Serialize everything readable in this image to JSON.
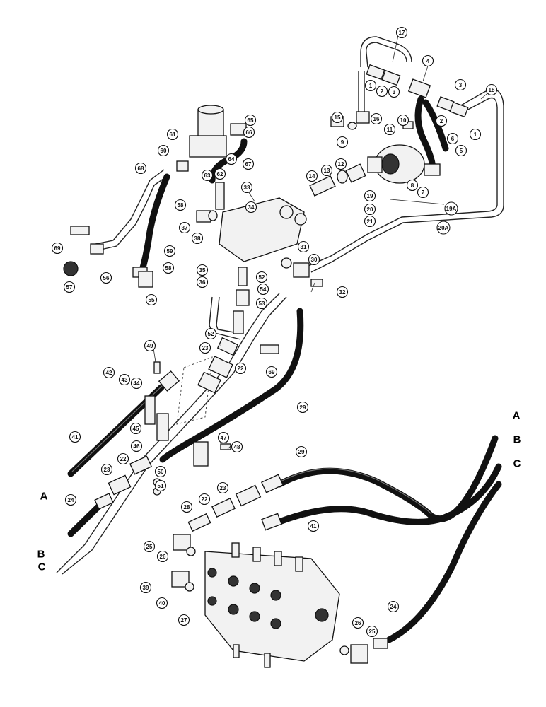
{
  "callouts": [
    {
      "label": "17"
    },
    {
      "label": "1"
    },
    {
      "label": "2"
    },
    {
      "label": "3"
    },
    {
      "label": "4"
    },
    {
      "label": "3"
    },
    {
      "label": "2"
    },
    {
      "label": "1"
    },
    {
      "label": "18"
    },
    {
      "label": "15"
    },
    {
      "label": "16"
    },
    {
      "label": "10"
    },
    {
      "label": "11"
    },
    {
      "label": "9"
    },
    {
      "label": "6"
    },
    {
      "label": "5"
    },
    {
      "label": "8"
    },
    {
      "label": "7"
    },
    {
      "label": "14"
    },
    {
      "label": "13"
    },
    {
      "label": "12"
    },
    {
      "label": "19"
    },
    {
      "label": "20"
    },
    {
      "label": "21"
    },
    {
      "label": "19A"
    },
    {
      "label": "20A"
    },
    {
      "label": "65"
    },
    {
      "label": "66"
    },
    {
      "label": "61"
    },
    {
      "label": "64"
    },
    {
      "label": "60"
    },
    {
      "label": "63"
    },
    {
      "label": "62"
    },
    {
      "label": "67"
    },
    {
      "label": "68"
    },
    {
      "label": "33"
    },
    {
      "label": "58"
    },
    {
      "label": "34"
    },
    {
      "label": "37"
    },
    {
      "label": "38"
    },
    {
      "label": "69"
    },
    {
      "label": "59"
    },
    {
      "label": "56"
    },
    {
      "label": "57"
    },
    {
      "label": "58"
    },
    {
      "label": "55"
    },
    {
      "label": "31"
    },
    {
      "label": "30"
    },
    {
      "label": "35"
    },
    {
      "label": "36"
    },
    {
      "label": "52"
    },
    {
      "label": "54"
    },
    {
      "label": "53"
    },
    {
      "label": "32"
    },
    {
      "label": "52"
    },
    {
      "label": "23"
    },
    {
      "label": "49"
    },
    {
      "label": "22"
    },
    {
      "label": "69"
    },
    {
      "label": "42"
    },
    {
      "label": "43"
    },
    {
      "label": "44"
    },
    {
      "label": "29"
    },
    {
      "label": "45"
    },
    {
      "label": "41"
    },
    {
      "label": "46"
    },
    {
      "label": "47"
    },
    {
      "label": "48"
    },
    {
      "label": "29"
    },
    {
      "label": "22"
    },
    {
      "label": "23"
    },
    {
      "label": "50"
    },
    {
      "label": "51"
    },
    {
      "label": "24"
    },
    {
      "label": "28"
    },
    {
      "label": "22"
    },
    {
      "label": "23"
    },
    {
      "label": "41"
    },
    {
      "label": "25"
    },
    {
      "label": "26"
    },
    {
      "label": "39"
    },
    {
      "label": "40"
    },
    {
      "label": "27"
    },
    {
      "label": "24"
    },
    {
      "label": "26"
    },
    {
      "label": "25"
    }
  ],
  "letters": [
    {
      "label": "A"
    },
    {
      "label": "B"
    },
    {
      "label": "C"
    },
    {
      "label": "A"
    },
    {
      "label": "B"
    },
    {
      "label": "C"
    }
  ]
}
